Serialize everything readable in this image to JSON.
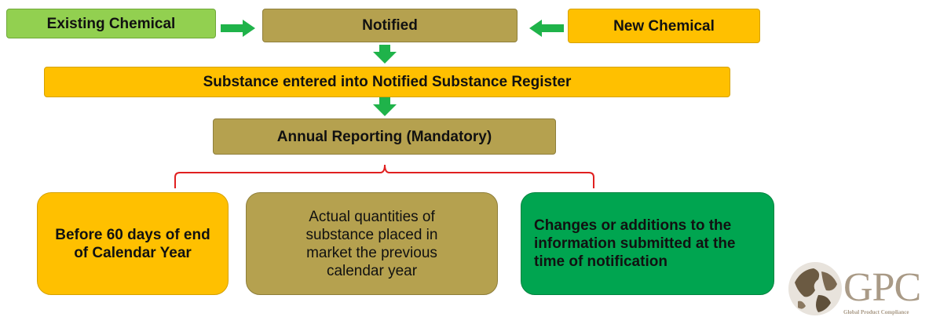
{
  "colors": {
    "olive": "#b5a14f",
    "yellow": "#ffc000",
    "light_green": "#92d050",
    "green": "#00a550",
    "arrow_green": "#1fb34a",
    "bracket_red": "#e02020",
    "logo_gray": "#a99a86"
  },
  "nodes": {
    "existing_chemical": "Existing Chemical",
    "notified": "Notified",
    "new_chemical": "New Chemical",
    "register": "Substance entered into Notified Substance Register",
    "annual_reporting": "Annual Reporting (Mandatory)",
    "deadline": "Before 60 days of end of Calendar Year",
    "quantities": "Actual quantities of substance placed in market the previous calendar year",
    "changes": "Changes or additions to the information submitted at the time of notification"
  },
  "logo": {
    "text": "GPC",
    "subtitle": "Global Product Compliance",
    "icon": "globe-icon"
  }
}
